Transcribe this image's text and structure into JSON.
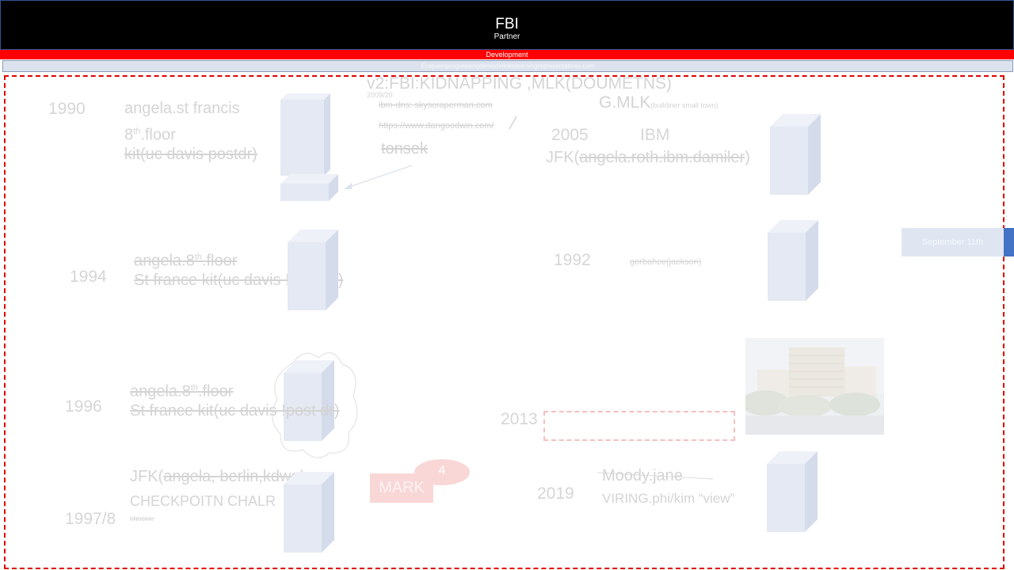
{
  "header": {
    "title": "FBI",
    "subtitle": "Partner"
  },
  "banner": {
    "label": "Development"
  },
  "urlbar": {
    "text": "Eloquemprogressingdemodelinkslearningrepresentatives.com"
  },
  "colors": {
    "header_bg": "#000000",
    "banner": "#ff0000",
    "frame_dash": "#e00000",
    "accent_blue": "#4472c4",
    "cube_fill": "#dfe6f2"
  },
  "entries": {
    "e1990": {
      "year": "1990",
      "l1": "angela.st francis",
      "l2a": "8",
      "l2sup": "th",
      "l2b": ".floor",
      "l3": "kit(uc davis postdr)"
    },
    "e1994": {
      "year": "1994",
      "l1a": "angela.8",
      "l1sup": "th",
      "l1b": ".floor",
      "l2": "St france kit(uc davis !post dr)"
    },
    "e1996": {
      "year": "1996",
      "l1a": "angela.8",
      "l1sup": "th",
      "l1b": ".floor",
      "l2": "St france kit(uc davis !post dr)"
    },
    "e1997": {
      "year": "1997/8",
      "l1a": "JFK(",
      "l1b": "angela, berlin,kdwe",
      "l1c": ")",
      "l2": "CHECKPOITN CHALR",
      "l3": "checkie"
    },
    "e2005": {
      "year": "2005",
      "org": "IBM",
      "l1a": "JFK(",
      "l1b": "angela.roth.ibm.damiler",
      "l1c": ")"
    },
    "e1992": {
      "year": "1992",
      "note": "gorbahce(jackson)"
    },
    "e2013": {
      "year": "2013"
    },
    "e2019": {
      "year": "2019",
      "l1": "Moody.jane",
      "l2": "VIRING.phi/kim  “view”"
    }
  },
  "v2block": {
    "title": "v2:FBI:KIDNAPPING ,MLK(DOUMETNS)",
    "date": "2009/20",
    "link1": "ibm-dns: skyscraperman.com",
    "link2": "https://www.dangoodwin.com/",
    "tag": "tonsek"
  },
  "gmlk": {
    "main": "G.MLK",
    "small": "(buildiner small town)"
  },
  "september": {
    "label": "September  11th"
  },
  "mark": {
    "label": "MARK",
    "badge": "4"
  }
}
